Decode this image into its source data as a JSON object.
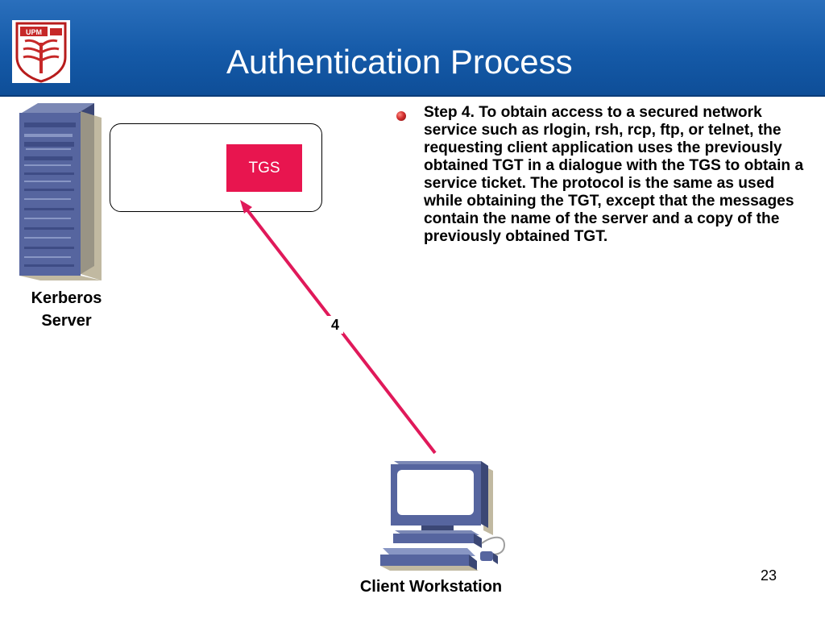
{
  "slide": {
    "title": "Authentication Process",
    "page_number": "23",
    "logo_text": "UPM"
  },
  "diagram": {
    "server_label_line1": "Kerberos",
    "server_label_line2": "Server",
    "tgs_label": "TGS",
    "arrow_label": "4",
    "client_label": "Client Workstation",
    "arrow_color": "#e0195a",
    "tgs_color": "#e8154f"
  },
  "bullets": [
    "Step 4. To obtain access to a secured network service such as rlogin, rsh, rcp, ftp, or telnet, the requesting client application uses the previously obtained TGT in a dialogue with the TGS to obtain a service ticket. The protocol is the same as used while obtaining the TGT, except that the messages contain the name of the server and a copy of the previously obtained TGT."
  ],
  "colors": {
    "header_blue": "#155aa8",
    "device_blue": "#4f5f9c"
  }
}
